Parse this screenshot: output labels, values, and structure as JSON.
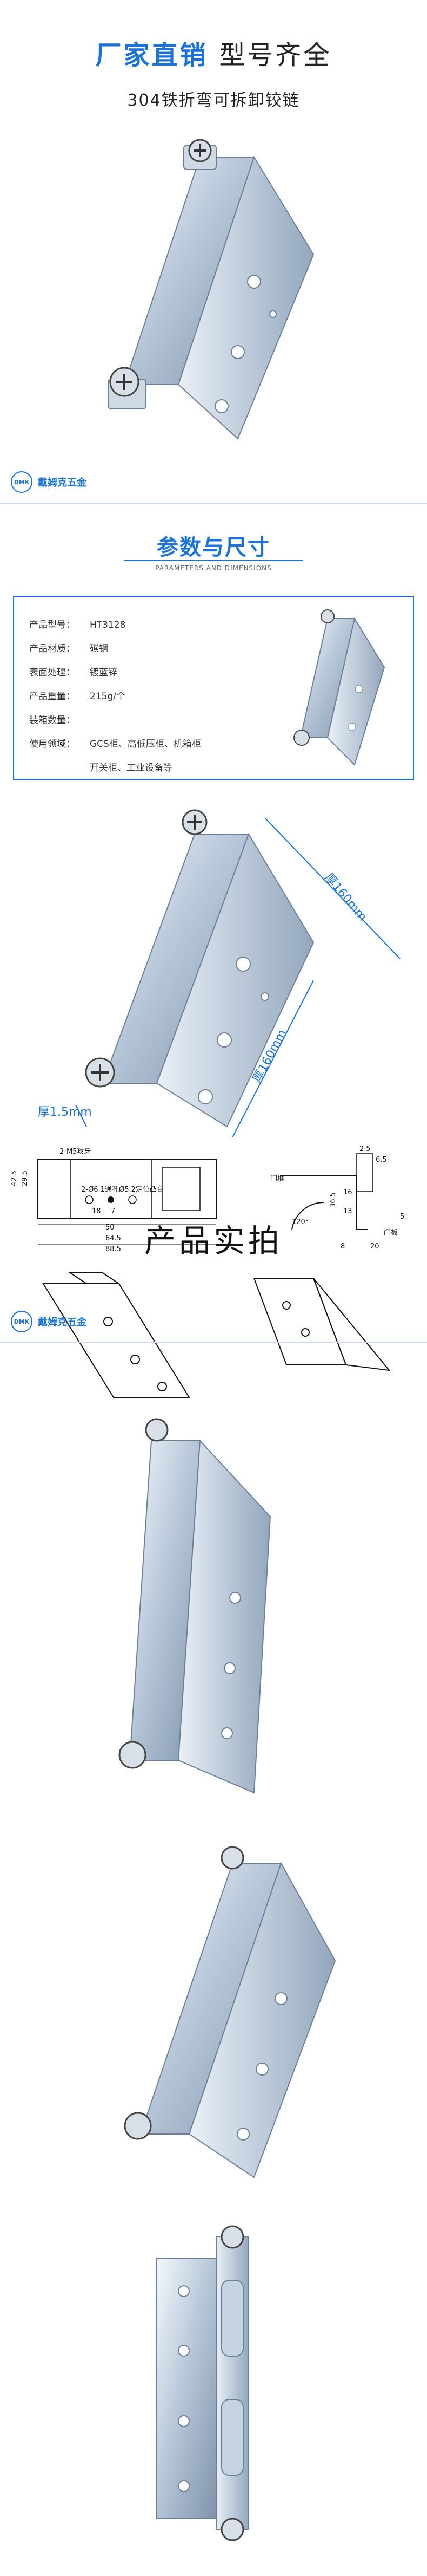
{
  "header": {
    "title_blue": "厂家直销",
    "title_dark": "型号齐全",
    "subtitle": "304铁折弯可拆卸铰链"
  },
  "brand": {
    "logo_text": "DMK",
    "name": "戴姆克五金"
  },
  "params": {
    "title": "参数与尺寸",
    "subtitle_en": "PARAMETERS AND DIMENSIONS"
  },
  "specs": [
    {
      "key": "产品型号：",
      "value": "HT3128"
    },
    {
      "key": "产品材质：",
      "value": "碳钢"
    },
    {
      "key": "表面处理：",
      "value": "镀蓝锌"
    },
    {
      "key": "产品重量：",
      "value": "215g/个"
    },
    {
      "key": "装箱数量：",
      "value": ""
    },
    {
      "key": "使用领域：",
      "value": "GCS柜、高低压柜、机箱柜"
    }
  ],
  "spec_continuation": "开关柜、工业设备等",
  "dimensions": {
    "height_label": "厚160mm",
    "width_label": "厚160mm",
    "thickness_label": "厚1.5mm"
  },
  "drawing": {
    "tooth": "2-M5攻牙",
    "holes": "2-Ø6.1通孔",
    "pos": "Ø5.2定位凸台",
    "d_42_5": "42.5",
    "d_29_5": "29.5",
    "d_18": "18",
    "d_7": "7",
    "d_50": "50",
    "d_64_5": "64.5",
    "d_88_5": "88.5",
    "d_2_5": "2.5",
    "d_6_5": "6.5",
    "d_36_5": "36.5",
    "d_16": "16",
    "d_13": "13",
    "d_20": "20",
    "d_8": "8",
    "d_5": "5",
    "angle": "120°",
    "door_frame": "门框",
    "door_panel": "门板"
  },
  "photos": {
    "title": "产品实拍"
  },
  "colors": {
    "accent": "#1a73d9",
    "metal_light": "#d7e2ee",
    "metal_dark": "#8a9bb0"
  }
}
